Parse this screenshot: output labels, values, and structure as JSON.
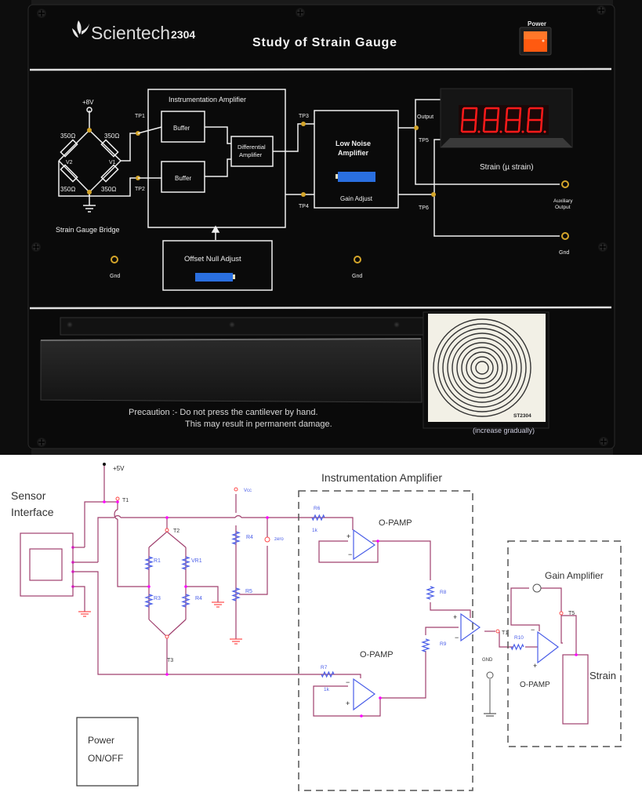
{
  "panel": {
    "brand": "Scientech",
    "model": "2304",
    "title": "Study of Strain Gauge",
    "power_label": "Power",
    "bridge": {
      "supply": "+8V",
      "resistors": [
        "350Ω",
        "350Ω",
        "350Ω",
        "350Ω"
      ],
      "v1": "V1",
      "v2": "V2",
      "label": "Strain Gauge Bridge"
    },
    "test_points": [
      "TP1",
      "TP2",
      "TP3",
      "TP4",
      "TP5",
      "TP6"
    ],
    "inst_amp": {
      "title": "Instrumentation Amplifier",
      "buffer1": "Buffer",
      "buffer2": "Buffer",
      "diff_line1": "Differential",
      "diff_line2": "Amplifier"
    },
    "offset_null": "Offset Null Adjust",
    "lna": {
      "line1": "Low Noise",
      "line2": "Amplifier",
      "gain": "Gain Adjust"
    },
    "output_label": "Output",
    "display": {
      "value": "8.8.8.8",
      "digits": [
        "8",
        "8",
        "8",
        "8"
      ],
      "label": "Strain (µ strain)",
      "color": "#ff1a1a"
    },
    "aux_output_line1": "Auxiliary",
    "aux_output_line2": "Output",
    "gnd": "Gnd",
    "precaution_line1": "Precaution :- Do not press the cantilever by hand.",
    "precaution_line2": "This may result in permanent damage.",
    "target_label": "ST2304",
    "increase_note": "(increase gradually)",
    "colors": {
      "panel": "#0c0c0c",
      "trace": "#f2f2f2",
      "terminal": "#d4a52a",
      "power_switch": "#ff6a1a",
      "trimmer": "#2a6fe0"
    }
  },
  "schematic": {
    "supply": "+5V",
    "sensor_line1": "Sensor",
    "sensor_line2": "Interface",
    "terminals": {
      "t1": "T1",
      "t2": "T2",
      "t3": "T3",
      "t1b": "T1",
      "t5": "T5"
    },
    "resistors": {
      "r1": "R1",
      "vr1": "VR1",
      "r3": "R3",
      "r4a": "R4",
      "r4b": "R4",
      "r5": "R5",
      "r6": "R6",
      "r6v": "1k",
      "r7": "R7",
      "r7v": "1k",
      "r8": "R8",
      "r9": "R9",
      "r10": "R10"
    },
    "vcc": "Vcc",
    "zero": "zero",
    "inst_amp_title": "Instrumentation Amplifier",
    "opamp_label": "O-PAMP",
    "gnd": "GND",
    "gain_amp_title": "Gain Amplifier",
    "strain_label": "Strain",
    "power_line1": "Power",
    "power_line2": "ON/OFF",
    "colors": {
      "wire": "#a0406e",
      "component": "#4a5ee8",
      "node": "#ff00ff",
      "ground": "#ff4a4a",
      "dashed": "#555555"
    }
  }
}
